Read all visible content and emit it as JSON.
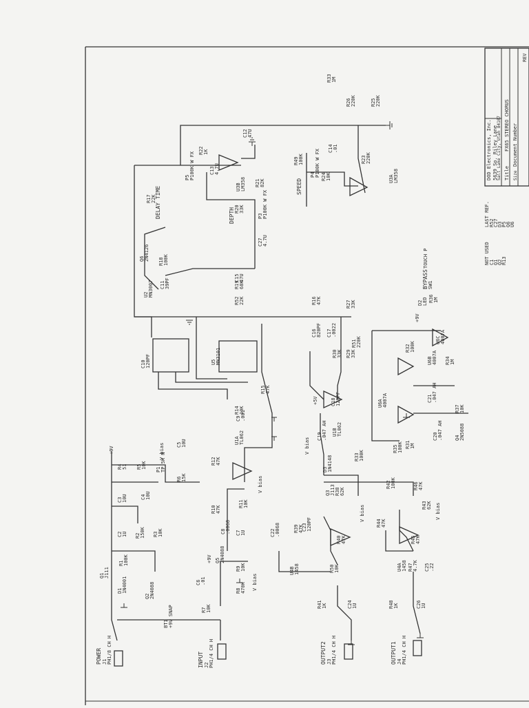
{
  "title_block": {
    "company": "DOD Electronics, Inc.",
    "address1": "5639 So. Riley Lane",
    "address2": "Salt Lake City, Utah 84107",
    "title_label": "Title",
    "title_value": "FX65 STEREO CHORUS",
    "size_label": "Size",
    "docnum_label": "Document Number",
    "rev_label": "REV"
  },
  "not_used": {
    "header": "NOT USED",
    "items": [
      "C1",
      "Q1",
      "Q2",
      "R13"
    ]
  },
  "last_ref": {
    "header": "LAST REF.",
    "items": [
      "R52",
      "C27",
      "D3",
      "P5",
      "Q6",
      "U6"
    ]
  },
  "labels": {
    "power_jack": "POWER",
    "power_j1": "J1",
    "power_part": "PH1/8 CH H",
    "input_jack": "INPUT",
    "input_j2": "J2",
    "input_part": "PH1/4 CH H",
    "output2": "OUTPUT2",
    "output2_j": "J3",
    "output2_part": "PH1/4 CH H",
    "output1": "OUTPUT1",
    "output1_j": "J4",
    "output1_part": "PH1/4 CH H",
    "battery": "BT1",
    "battery_val": "+9V SNAP",
    "speed": "SPEED",
    "depth": "DEPTH",
    "delay_time": "DELAY TIME",
    "bypass": "BYPASS",
    "bypass_sw": "SW1",
    "touch": "TOUCH P",
    "vbias": "V bias",
    "plus9v": "+9V",
    "plus5v": "+5V"
  },
  "components": [
    {
      "ref": "D1",
      "val": "1N4001"
    },
    {
      "ref": "Q1",
      "val": "J111"
    },
    {
      "ref": "Q2",
      "val": "2N4088"
    },
    {
      "ref": "R1",
      "val": "100K"
    },
    {
      "ref": "R2",
      "val": "150K"
    },
    {
      "ref": "R3",
      "val": "10K"
    },
    {
      "ref": "R4",
      "val": "51"
    },
    {
      "ref": "R5",
      "val": "10K"
    },
    {
      "ref": "C2",
      "val": "1U"
    },
    {
      "ref": "C3",
      "val": "10U"
    },
    {
      "ref": "C4",
      "val": "10U"
    },
    {
      "ref": "C5",
      "val": "10U"
    },
    {
      "ref": "P1",
      "val": "TP 5K N"
    },
    {
      "ref": "R6",
      "val": "15K"
    },
    {
      "ref": "R7",
      "val": "10K"
    },
    {
      "ref": "C6",
      "val": ".01"
    },
    {
      "ref": "R8",
      "val": "470K"
    },
    {
      "ref": "Q5",
      "val": "2N4088"
    },
    {
      "ref": "R9",
      "val": "10K"
    },
    {
      "ref": "C7",
      "val": "1U"
    },
    {
      "ref": "C8",
      "val": ".0068"
    },
    {
      "ref": "R10",
      "val": "47K"
    },
    {
      "ref": "R11",
      "val": "10K"
    },
    {
      "ref": "R12",
      "val": "47K"
    },
    {
      "ref": "U1A",
      "val": "TL062"
    },
    {
      "ref": "R14",
      "val": "10K"
    },
    {
      "ref": "C9",
      "val": ".001"
    },
    {
      "ref": "R15",
      "val": "47K"
    },
    {
      "ref": "C10",
      "val": "120PF"
    },
    {
      "ref": "U5",
      "val": "MN3101"
    },
    {
      "ref": "U2",
      "val": "MN3007"
    },
    {
      "ref": "C11",
      "val": "39PF"
    },
    {
      "ref": "R18",
      "val": "100K"
    },
    {
      "ref": "Q6",
      "val": "2N4126"
    },
    {
      "ref": "R17",
      "val": "22K"
    },
    {
      "ref": "P5",
      "val": "P100K W FX"
    },
    {
      "ref": "R22",
      "val": "1K"
    },
    {
      "ref": "C12",
      "val": "47U"
    },
    {
      "ref": "C13",
      "val": "4.7U"
    },
    {
      "ref": "U3B",
      "val": "LM358"
    },
    {
      "ref": "R21",
      "val": "82K"
    },
    {
      "ref": "R20",
      "val": "33K"
    },
    {
      "ref": "P3",
      "val": "P100K W FX"
    },
    {
      "ref": "C27",
      "val": "4.7U"
    },
    {
      "ref": "C15",
      "val": "47U"
    },
    {
      "ref": "R19",
      "val": "68K"
    },
    {
      "ref": "R52",
      "val": "22K"
    },
    {
      "ref": "R16",
      "val": "47K"
    },
    {
      "ref": "R27",
      "val": "33K"
    },
    {
      "ref": "C16",
      "val": "820PF"
    },
    {
      "ref": "C17",
      "val": ".0022"
    },
    {
      "ref": "R30",
      "val": "33K"
    },
    {
      "ref": "R29",
      "val": "33K"
    },
    {
      "ref": "C18",
      "val": "120PF"
    },
    {
      "ref": "U1B",
      "val": "TL062"
    },
    {
      "ref": "C19",
      "val": ".047 AH"
    },
    {
      "ref": "R33",
      "val": "100K"
    },
    {
      "ref": "D3",
      "val": "1N4148"
    },
    {
      "ref": "Q3",
      "val": "J113"
    },
    {
      "ref": "R38",
      "val": "62K"
    },
    {
      "ref": "R39",
      "val": "47K"
    },
    {
      "ref": "C22",
      "val": ".0068"
    },
    {
      "ref": "C23",
      "val": "120PF"
    },
    {
      "ref": "R40",
      "val": "47K"
    },
    {
      "ref": "U4B",
      "val": "1458"
    },
    {
      "ref": "R50",
      "val": "10K"
    },
    {
      "ref": "R41",
      "val": "1K"
    },
    {
      "ref": "C24",
      "val": "1U"
    },
    {
      "ref": "R42",
      "val": "100K"
    },
    {
      "ref": "R46",
      "val": "47K"
    },
    {
      "ref": "R43",
      "val": "62K"
    },
    {
      "ref": "R44",
      "val": "47K"
    },
    {
      "ref": "R45",
      "val": "47K"
    },
    {
      "ref": "U4A",
      "val": "1458"
    },
    {
      "ref": "R47",
      "val": "4.7K"
    },
    {
      "ref": "C25",
      "val": ".22"
    },
    {
      "ref": "R48",
      "val": "1K"
    },
    {
      "ref": "C26",
      "val": "1U"
    },
    {
      "ref": "R49",
      "val": "100K"
    },
    {
      "ref": "P4",
      "val": "P100K W FX"
    },
    {
      "ref": "R24",
      "val": "10K"
    },
    {
      "ref": "C14",
      "val": ".01"
    },
    {
      "ref": "R23",
      "val": "220K"
    },
    {
      "ref": "U3A",
      "val": "LM358"
    },
    {
      "ref": "R25",
      "val": "220K"
    },
    {
      "ref": "R26",
      "val": "220K"
    },
    {
      "ref": "R51",
      "val": "220K"
    },
    {
      "ref": "R32",
      "val": "100K"
    },
    {
      "ref": "U6A",
      "val": "4007A"
    },
    {
      "ref": "U6C",
      "val": "4007A"
    },
    {
      "ref": "U6B",
      "val": "4007A"
    },
    {
      "ref": "R34",
      "val": "1M"
    },
    {
      "ref": "C21",
      "val": ".047 AH"
    },
    {
      "ref": "R35",
      "val": "100K"
    },
    {
      "ref": "R31",
      "val": "1M"
    },
    {
      "ref": "C20",
      "val": ".047 AH"
    },
    {
      "ref": "R37",
      "val": "10K"
    },
    {
      "ref": "Q4",
      "val": "2N5088"
    },
    {
      "ref": "D2",
      "val": "LED"
    },
    {
      "ref": "R36",
      "val": "1M"
    },
    {
      "ref": "R33",
      "val": "1M"
    }
  ]
}
